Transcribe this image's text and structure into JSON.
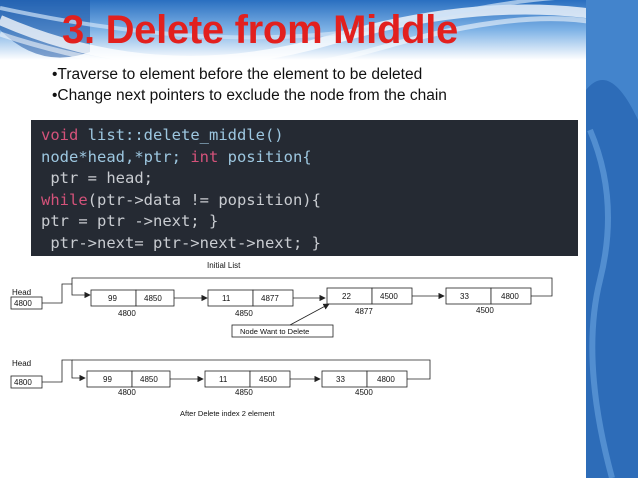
{
  "slide": {
    "title": "3. Delete from Middle",
    "bullets": [
      "•Traverse to element before the element to be deleted",
      "•Change next pointers to exclude the node from the chain"
    ],
    "code": {
      "line1": {
        "a": "void",
        "b": " ",
        "c": "list::delete_middle()"
      },
      "line2": {
        "a": "node*head,*ptr; ",
        "b": "int",
        "c": " position{"
      },
      "line3": " ptr = head;",
      "line4": {
        "a": "while",
        "b": "(ptr->data != popsition){"
      },
      "line5": "ptr = ptr ->next; }",
      "line6": " ptr->next= ptr->next->next; }"
    }
  },
  "diagram": {
    "initial_caption": "Initial List",
    "after_caption": "After Delete index 2 element",
    "callout": "Node Want to Delete",
    "head_label": "Head",
    "initial": {
      "head_value": "4800",
      "nodes": [
        {
          "data": "99",
          "next": "4850",
          "addr": "4800"
        },
        {
          "data": "11",
          "next": "4877",
          "addr": "4850"
        },
        {
          "data": "22",
          "next": "4500",
          "addr": "4877"
        },
        {
          "data": "33",
          "next": "4800",
          "addr": "4500"
        }
      ]
    },
    "after": {
      "head_value": "4800",
      "nodes": [
        {
          "data": "99",
          "next": "4850",
          "addr": "4800"
        },
        {
          "data": "11",
          "next": "4500",
          "addr": "4850"
        },
        {
          "data": "33",
          "next": "4800",
          "addr": "4500"
        }
      ]
    }
  }
}
